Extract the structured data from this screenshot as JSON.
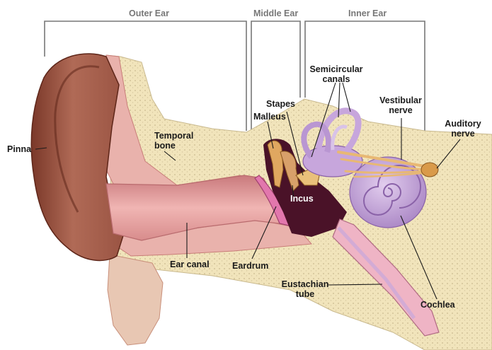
{
  "sections": {
    "outer": "Outer Ear",
    "middle": "Middle Ear",
    "inner": "Inner Ear"
  },
  "labels": {
    "pinna": "Pinna",
    "temporal_bone": [
      "Temporal",
      "bone"
    ],
    "ear_canal": "Ear canal",
    "eardrum": "Eardrum",
    "malleus": "Malleus",
    "stapes": "Stapes",
    "incus": "Incus",
    "semicircular_canals": [
      "Semicircular",
      "canals"
    ],
    "vestibular_nerve": [
      "Vestibular",
      "nerve"
    ],
    "auditory_nerve": [
      "Auditory",
      "nerve"
    ],
    "eustachian_tube": [
      "Eustachian",
      "tube"
    ],
    "cochlea": "Cochlea"
  },
  "colors": {
    "bone": "#f1e4bb",
    "bone_dots": "#c9b98e",
    "skin": "#a45a4a",
    "skin_dark": "#6e2f22",
    "canal": "#e7a3a3",
    "cavity": "#4a1228",
    "inner_ear": "#c7a6dc",
    "nerve": "#e8b874",
    "bracket": "#777777"
  }
}
